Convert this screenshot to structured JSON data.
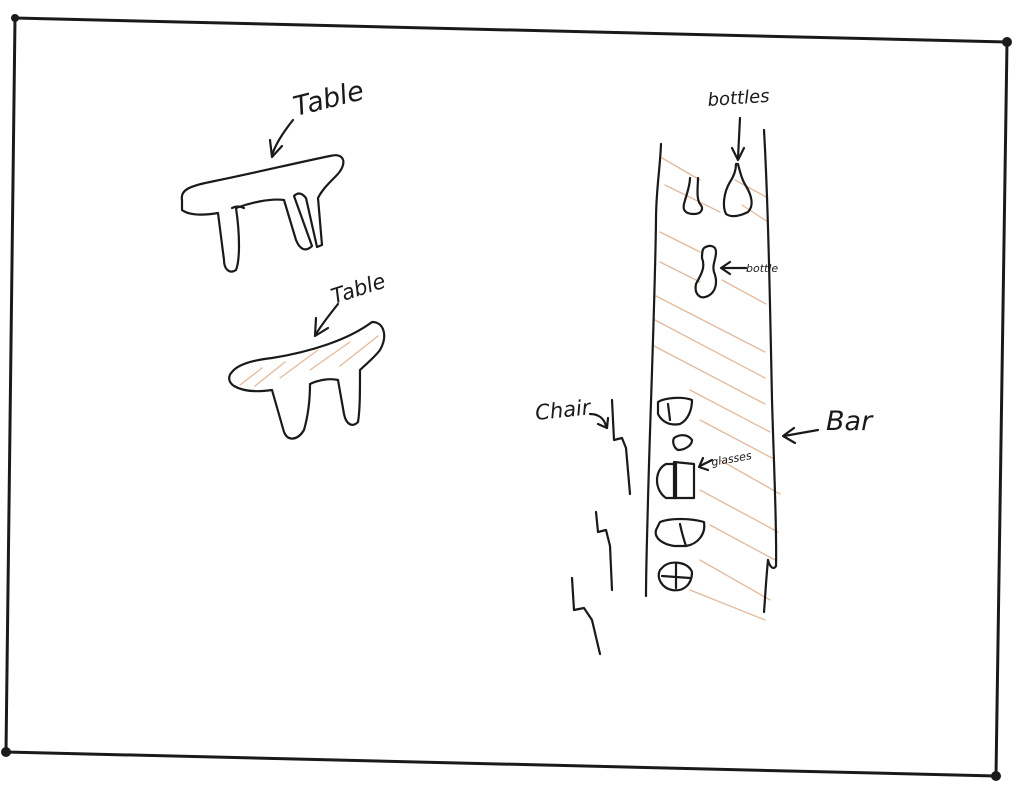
{
  "labels": {
    "table_1": "Table",
    "table_2": "Table",
    "bottles": "bottles",
    "bottle": "bottle",
    "chair": "Chair",
    "glasses": "glasses",
    "bar": "Bar"
  },
  "colors": {
    "ink": "#1a1a1a",
    "hatch": "#d9a27a",
    "paper": "#ffffff"
  }
}
